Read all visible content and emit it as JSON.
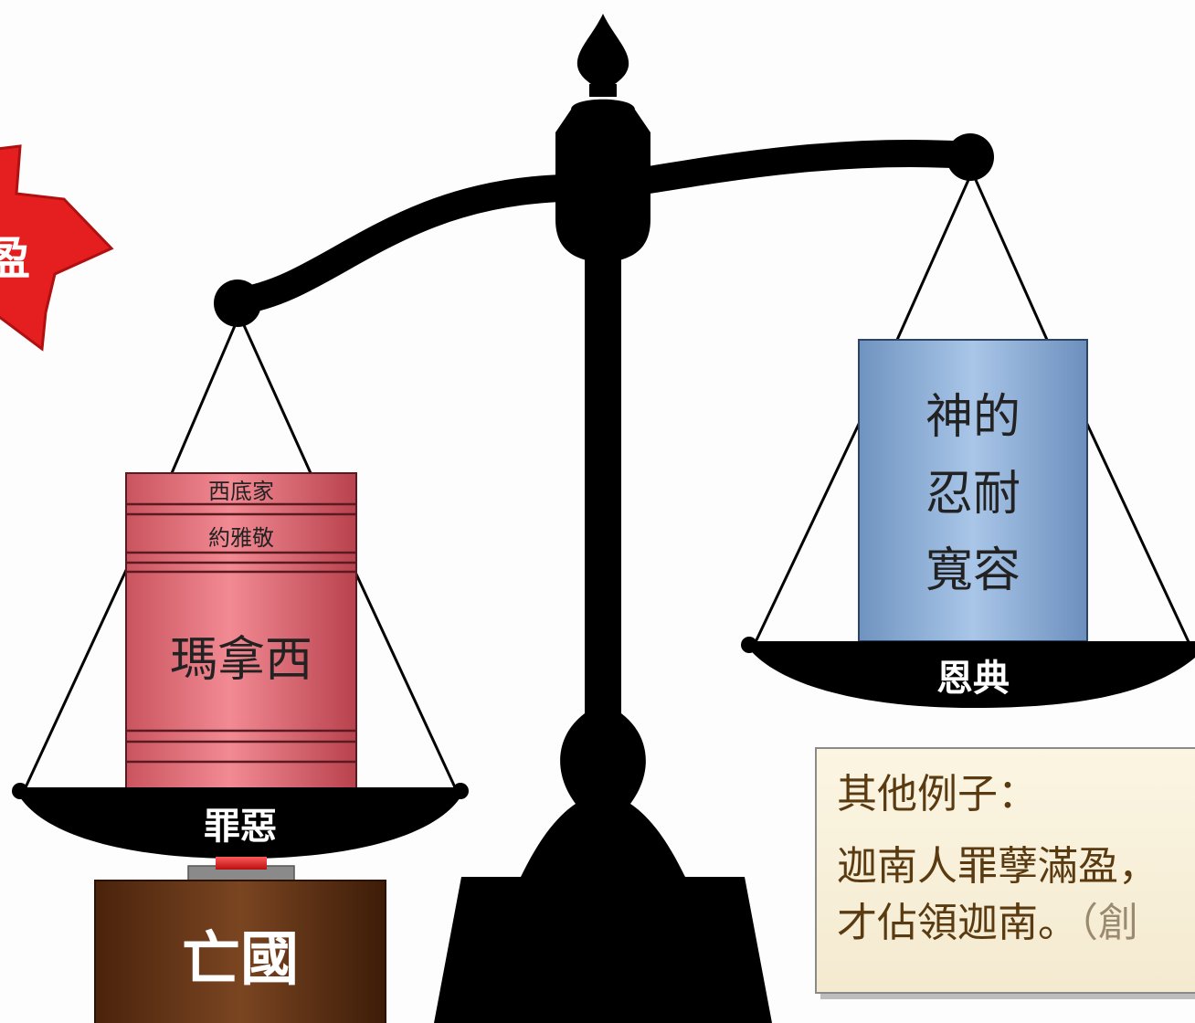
{
  "burst_label": "盈",
  "left_pan": {
    "bands": [
      "西底家",
      "約雅敬"
    ],
    "main_label": "瑪拿西",
    "pan_label": "罪惡"
  },
  "right_pan": {
    "weight_lines": [
      "神的",
      "忍耐",
      "寬容"
    ],
    "pan_label": "恩典"
  },
  "base_label": "亡國",
  "note": {
    "heading": "其他例子：",
    "line1": "迦南人罪孽滿盈，",
    "line2_main": "才佔領迦南。",
    "line2_ref": "（創"
  },
  "colors": {
    "scale": "#000000",
    "left_weight": "#e8707a",
    "right_weight": "#8fb3dd",
    "base": "#6e3a1a",
    "burst": "#e51f1f",
    "note_text": "#5a3a10"
  }
}
